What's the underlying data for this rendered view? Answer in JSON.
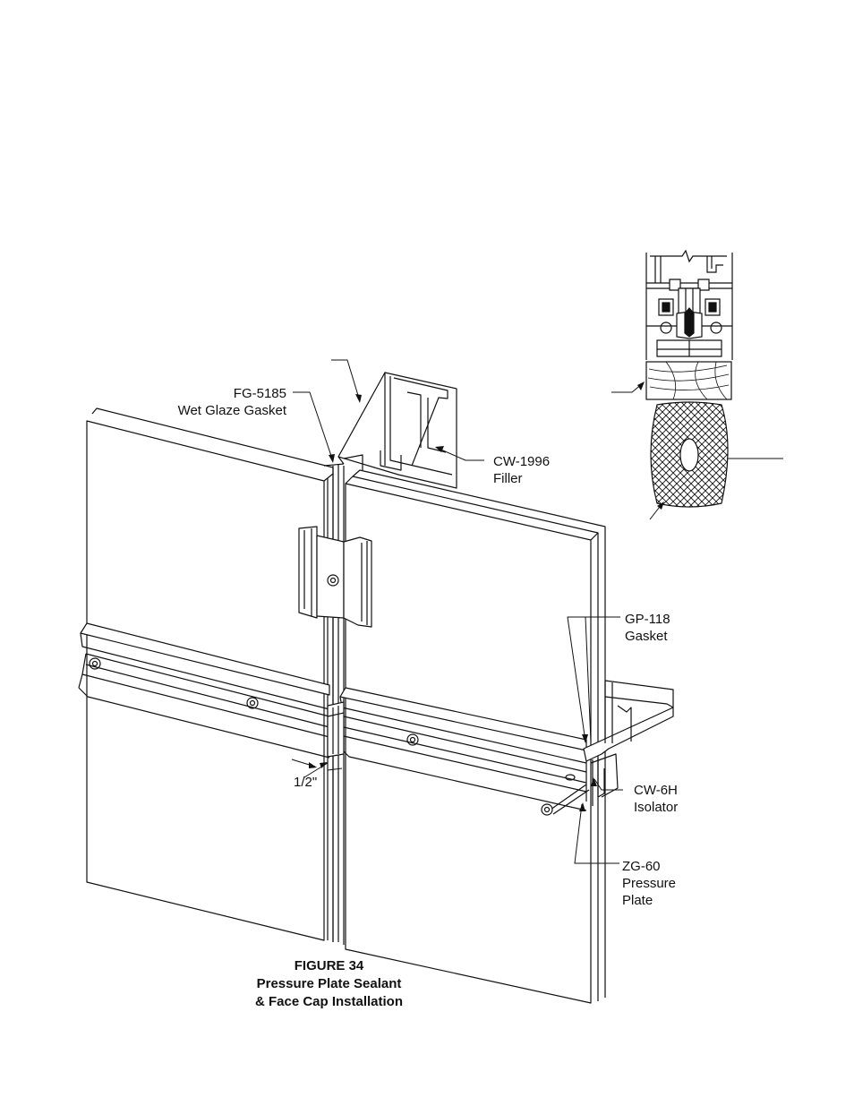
{
  "labels": {
    "fg5185": {
      "code": "FG-5185",
      "name": "Wet Glaze Gasket"
    },
    "cw1996": {
      "code": "CW-1996",
      "name": "Filler"
    },
    "gp118": {
      "code": "GP-118",
      "name": "Gasket"
    },
    "cw6h": {
      "code": "CW-6H",
      "name": "Isolator"
    },
    "zg60": {
      "code": "ZG-60",
      "name_line1": "Pressure",
      "name_line2": "Plate"
    },
    "dimension": "1/2\""
  },
  "caption": {
    "number": "FIGURE 34",
    "title_line1": "Pressure Plate Sealant",
    "title_line2": "& Face Cap Installation"
  },
  "colors": {
    "ink": "#111111",
    "paper": "#ffffff"
  }
}
